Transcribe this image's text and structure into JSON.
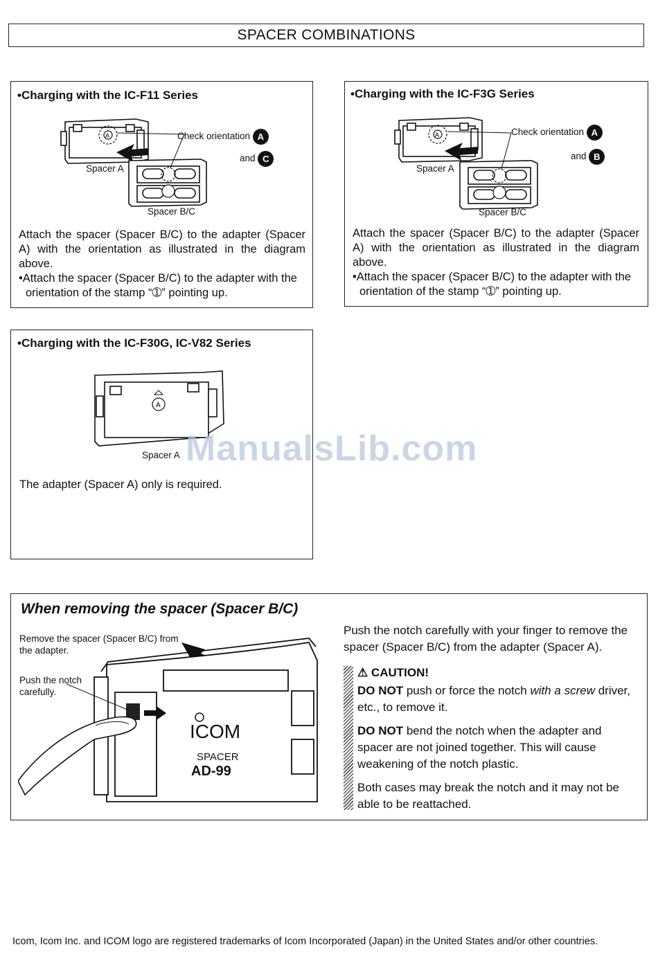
{
  "page_title": "SPACER COMBINATIONS",
  "panel_f11": {
    "heading": "•Charging with the IC-F11 Series",
    "check_label": "Check orientation",
    "and_label": "and",
    "badge_1": "A",
    "badge_2": "C",
    "spacer_a_label": "Spacer A",
    "spacer_bc_label": "Spacer B/C",
    "para_1": "Attach the spacer (Spacer B/C) to the adapter (Spacer A) with the orientation as illustrated in the diagram above.",
    "para_2": "•Attach the spacer (Spacer B/C) to the adapter with the orientation of the stamp “➀” pointing up."
  },
  "panel_f3g": {
    "heading": "•Charging with the IC-F3G Series",
    "check_label": "Check orientation",
    "and_label": "and",
    "badge_1": "A",
    "badge_2": "B",
    "spacer_a_label": "Spacer A",
    "spacer_bc_label": "Spacer B/C",
    "para_1": "Attach the spacer (Spacer B/C) to the adapter (Spacer A) with the orientation as illustrated in the diagram above.",
    "para_2": "•Attach the spacer (Spacer B/C) to the adapter with the orientation of the stamp “➀” pointing up."
  },
  "panel_f30g": {
    "heading": "•Charging with the IC-F30G, IC-V82 Series",
    "spacer_a_label": "Spacer A",
    "para_1": "The adapter (Spacer A) only is required."
  },
  "watermark": "ManualsLib.com",
  "removing": {
    "title": "When removing the spacer (Spacer B/C)",
    "label_remove": "Remove the spacer (Spacer B/C) from the adapter.",
    "label_push": "Push the notch carefully.",
    "device_brand": "ICOM",
    "device_line1": "SPACER",
    "device_line2": "AD-99",
    "intro": "Push the notch carefully with your finger to remove the spacer (Spacer B/C) from the adapter (Spacer A).",
    "caution_title": "⚠ CAUTION!",
    "caution_1_bold": "DO NOT",
    "caution_1_a": " push or force the notch ",
    "caution_1_italic": "with a screw",
    "caution_1_b": " driver, etc., to remove it.",
    "caution_2_bold": "DO NOT",
    "caution_2_rest": " bend the notch when the adapter and spacer are not joined together. This will cause weakening of the notch plastic.",
    "caution_3": "Both cases may break the notch and it may not be able to be reattached."
  },
  "footer": "Icom, Icom Inc. and ICOM logo are registered trademarks of Icom Incorporated (Japan) in the United States and/or other countries."
}
